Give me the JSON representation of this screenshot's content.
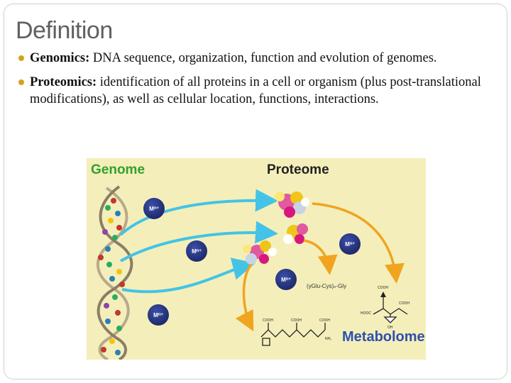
{
  "slide": {
    "title": "Definition",
    "bullets": [
      {
        "term": "Genomics:",
        "text": " DNA sequence, organization, function and evolution of genomes."
      },
      {
        "term": "Proteomics:",
        "text": " identification of all proteins in a cell or organism  (plus post-translational modifications), as well as cellular location, functions, interactions."
      }
    ]
  },
  "figure": {
    "genome_label": "Genome",
    "proteome_label": "Proteome",
    "metabolome_label": "Metabolome",
    "ion_label": "M",
    "ion_charge": "n+",
    "glutathione_label": "(γGlu-Cys)ₙ-Gly",
    "cooh_label": "COOH",
    "hooc_label": "HOOC",
    "oh_label": "OH",
    "nh2_label": "NH₂",
    "colors": {
      "background": "#f4efba",
      "genome": "#33a02c",
      "metabolome": "#2f4fb0",
      "gene_arrow": "#45c3e6",
      "metabolic_arrow": "#f0a420",
      "ion": "#1b2466"
    }
  }
}
